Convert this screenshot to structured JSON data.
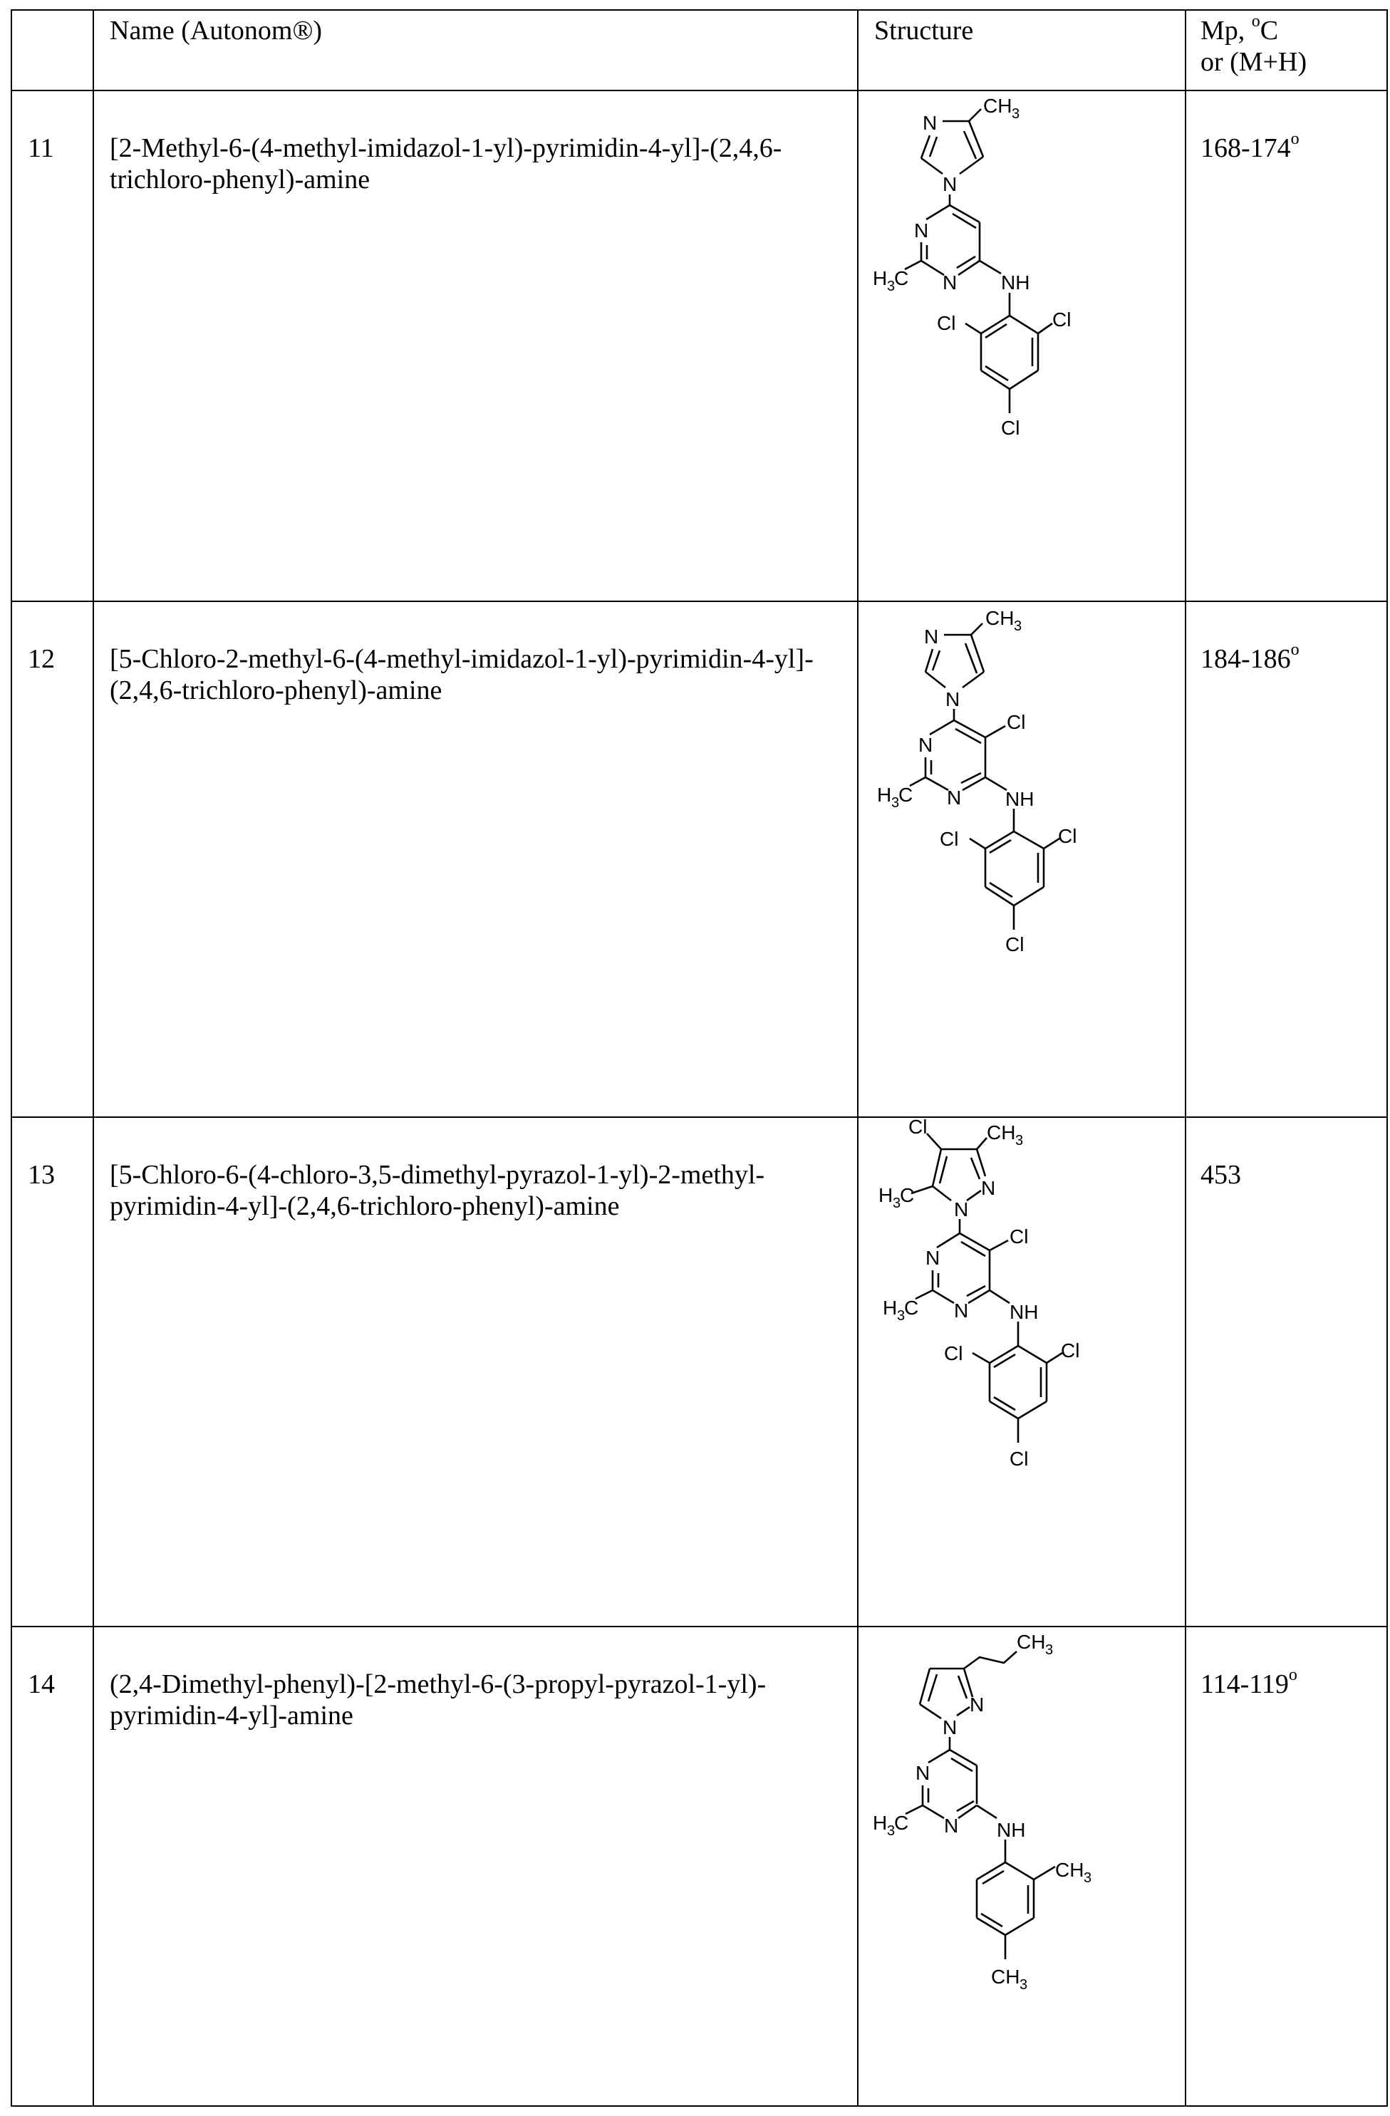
{
  "table": {
    "headers": {
      "number": "",
      "name": "Name (Autonom®)",
      "structure": "Structure",
      "mp_line1_prefix": "Mp, ",
      "mp_degree": "o",
      "mp_line1_suffix": "C",
      "mp_line2": "or (M+H)"
    },
    "rows": [
      {
        "number": "11",
        "name": "[2-Methyl-6-(4-methyl-imidazol-1-yl)-pyrimidin-4-yl]-(2,4,6-trichloro-phenyl)-amine",
        "mp_value": "168-174",
        "mp_degree": "o",
        "structure": {
          "top_ring": "4-methyl-imidazol-1-yl",
          "labels": [
            "N",
            "CH3",
            "N",
            "N",
            "N",
            "H3C",
            "NH",
            "Cl",
            "Cl",
            "Cl"
          ]
        }
      },
      {
        "number": "12",
        "name": "[5-Chloro-2-methyl-6-(4-methyl-imidazol-1-yl)-pyrimidin-4-yl]-(2,4,6-trichloro-phenyl)-amine",
        "mp_value": "184-186",
        "mp_degree": "o",
        "structure": {
          "top_ring": "4-methyl-imidazol-1-yl",
          "labels": [
            "N",
            "CH3",
            "N",
            "Cl",
            "N",
            "N",
            "H3C",
            "NH",
            "Cl",
            "Cl",
            "Cl"
          ]
        }
      },
      {
        "number": "13",
        "name": "[5-Chloro-6-(4-chloro-3,5-dimethyl-pyrazol-1-yl)-2-methyl-pyrimidin-4-yl]-(2,4,6-trichloro-phenyl)-amine",
        "mp_value": "453",
        "mp_degree": "",
        "structure": {
          "top_ring": "4-chloro-3,5-dimethyl-pyrazol-1-yl",
          "labels": [
            "Cl",
            "CH3",
            "H3C",
            "N",
            "N",
            "Cl",
            "N",
            "N",
            "H3C",
            "NH",
            "Cl",
            "Cl",
            "Cl"
          ]
        }
      },
      {
        "number": "14",
        "name": "(2,4-Dimethyl-phenyl)-[2-methyl-6-(3-propyl-pyrazol-1-yl)-pyrimidin-4-yl]-amine",
        "mp_value": "114-119",
        "mp_degree": "o",
        "structure": {
          "top_ring": "3-propyl-pyrazol-1-yl",
          "labels": [
            "CH3",
            "N",
            "N",
            "N",
            "N",
            "H3C",
            "NH",
            "CH3",
            "CH3"
          ]
        }
      }
    ]
  },
  "mol_text": {
    "N": "N",
    "NH": "NH",
    "Cl": "Cl",
    "C": "C",
    "H": "H",
    "CH": "CH",
    "three": "3"
  }
}
